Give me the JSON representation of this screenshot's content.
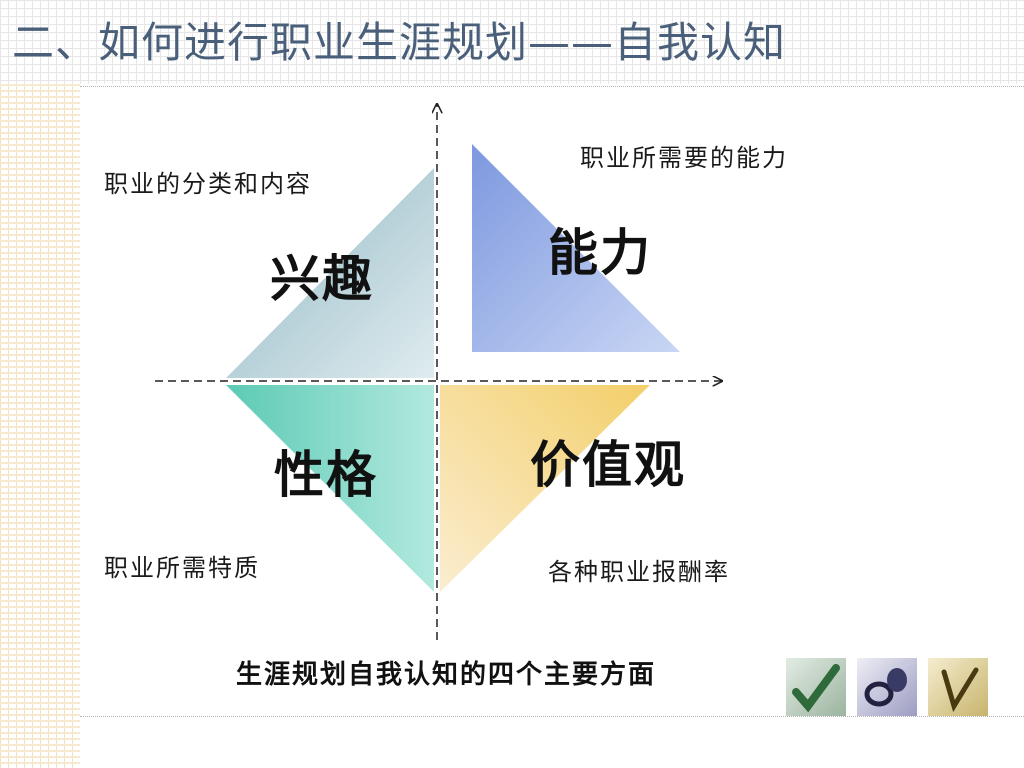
{
  "title": "二、如何进行职业生涯规划——自我认知",
  "quadrants": {
    "interest": {
      "name": "兴趣",
      "desc": "职业的分类和内容"
    },
    "ability": {
      "name": "能力",
      "desc": "职业所需要的能力"
    },
    "personality": {
      "name": "性格",
      "desc": "职业所需特质"
    },
    "values": {
      "name": "价值观",
      "desc": "各种职业报酬率"
    }
  },
  "caption": "生涯规划自我认知的四个主要方面",
  "colors": {
    "title": "#4a5f7a",
    "interest": "#9fc2cc",
    "ability": "#8aa3e3",
    "personality": "#6fd0bf",
    "values": "#f4d47c"
  },
  "icons": [
    "checkmark-thumb-icon",
    "disc-thumb-icon",
    "pen-thumb-icon"
  ]
}
